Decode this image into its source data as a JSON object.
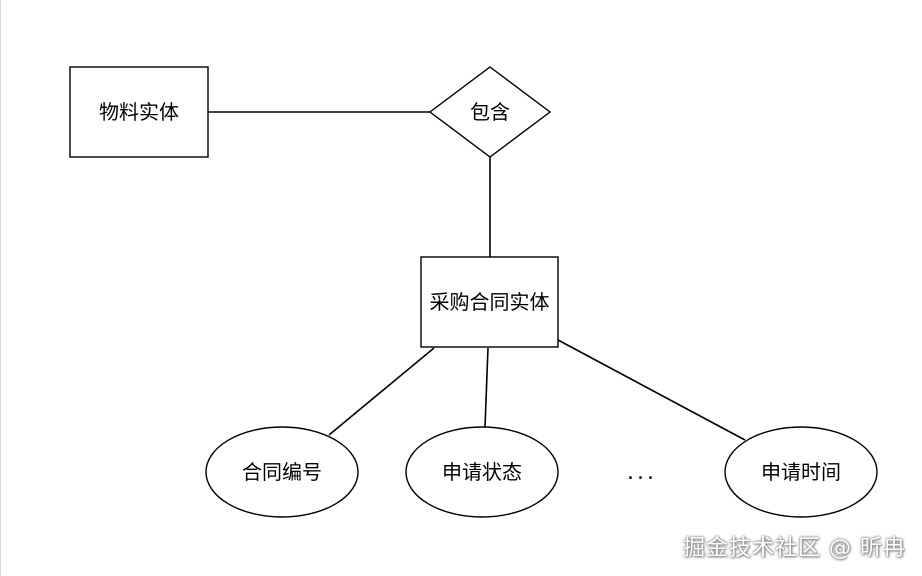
{
  "diagram": {
    "entities": {
      "material": "物料实体",
      "contract": "采购合同实体"
    },
    "relationship": "包含",
    "attributes": {
      "contract_no": "合同编号",
      "apply_status": "申请状态",
      "ellipsis": "...",
      "apply_time": "申请时间"
    }
  },
  "watermark": "掘金技术社区 @ 昕冉",
  "colors": {
    "stroke": "#000000",
    "background": "#ffffff"
  }
}
